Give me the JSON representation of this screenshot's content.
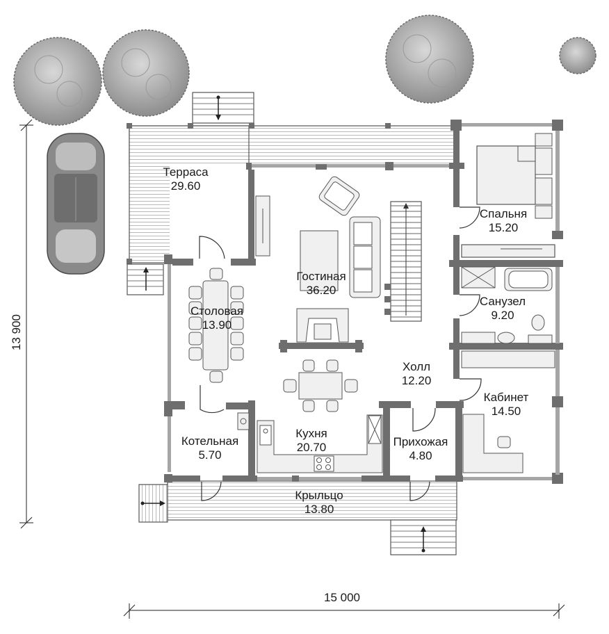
{
  "rooms": {
    "terrace": {
      "name": "Терраса",
      "area": "29.60"
    },
    "living": {
      "name": "Гостиная",
      "area": "36.20"
    },
    "bedroom": {
      "name": "Спальня",
      "area": "15.20"
    },
    "bathroom": {
      "name": "Санузел",
      "area": "9.20"
    },
    "dining": {
      "name": "Столовая",
      "area": "13.90"
    },
    "hall": {
      "name": "Холл",
      "area": "12.20"
    },
    "study": {
      "name": "Кабинет",
      "area": "14.50"
    },
    "boiler": {
      "name": "Котельная",
      "area": "5.70"
    },
    "kitchen": {
      "name": "Кухня",
      "area": "20.70"
    },
    "entry": {
      "name": "Прихожая",
      "area": "4.80"
    },
    "porch": {
      "name": "Крыльцо",
      "area": "13.80"
    }
  },
  "dimensions": {
    "width": "15 000",
    "depth": "13 900"
  },
  "colors": {
    "wall": "#6e6e6e",
    "furniture": "#f0f0f0",
    "outline": "#555555",
    "tree": "#b4b4b4",
    "hatch": "#8c8c8c"
  }
}
